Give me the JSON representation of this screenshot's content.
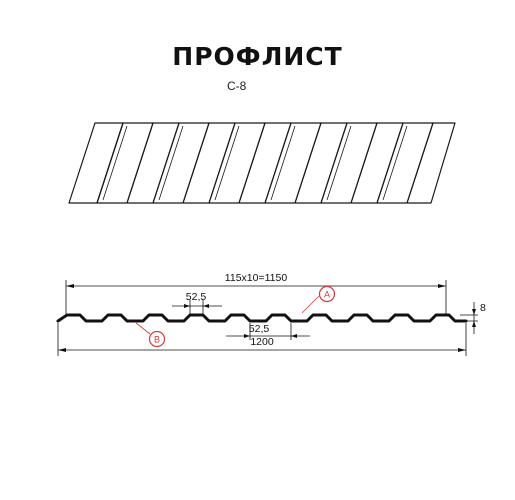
{
  "header": {
    "title": "ПРОФЛИСТ",
    "subtitle": "С-8"
  },
  "drawing": {
    "dimensions": {
      "pitch_total": "115x10=1150",
      "rib_top": "52,5",
      "rib_bottom": "52,5",
      "height": "8",
      "total_width": "1200"
    },
    "markers": {
      "a": "A",
      "b": "B"
    },
    "colors": {
      "line": "#111111",
      "marker": "#d63a3a"
    }
  }
}
